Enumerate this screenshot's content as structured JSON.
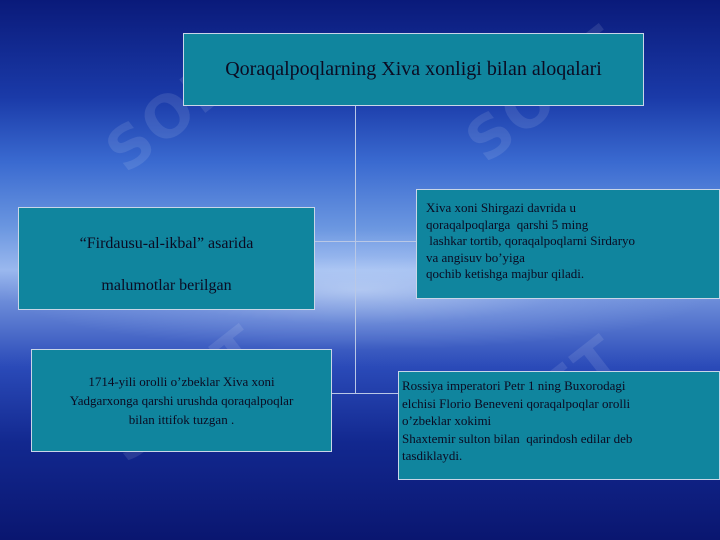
{
  "diagram": {
    "title": "Qoraqalpoqlarning Xiva xonligi  bilan aloqalari",
    "left_top": {
      "line1": "“Firdausu-al-ikbal” asarida",
      "line2": "malumotlar berilgan"
    },
    "right_top": {
      "lines": [
        "Xiva xoni Shirgazi davrida u",
        "qoraqalpoqlarga  qarshi 5 ming",
        " lashkar tortib, qoraqalpoqlarni Sirdaryo",
        "va angisuv bo’yiga",
        "qochib ketishga majbur qiladi."
      ]
    },
    "left_bottom": {
      "lines": [
        "1714-yili orolli o’zbeklar Xiva xoni",
        "Yadgarxonga qarshi urushda qoraqalpoqlar",
        "bilan ittifok tuzgan ."
      ]
    },
    "right_bottom": {
      "lines": [
        "Rossiya imperatori Petr 1 ning Buxorodagi",
        "elchisi Florio Beneveni qoraqalpoqlar orolli",
        "o’zbeklar xokimi",
        "Shaxtemir sulton bilan  qarindosh edilar deb",
        "tasdiklaydi."
      ]
    }
  },
  "watermark": "SOFT",
  "colors": {
    "box_fill": "#10859e",
    "box_border": "#c9d6e8",
    "text": "#0b0b22",
    "connector": "#b9c8e6"
  }
}
